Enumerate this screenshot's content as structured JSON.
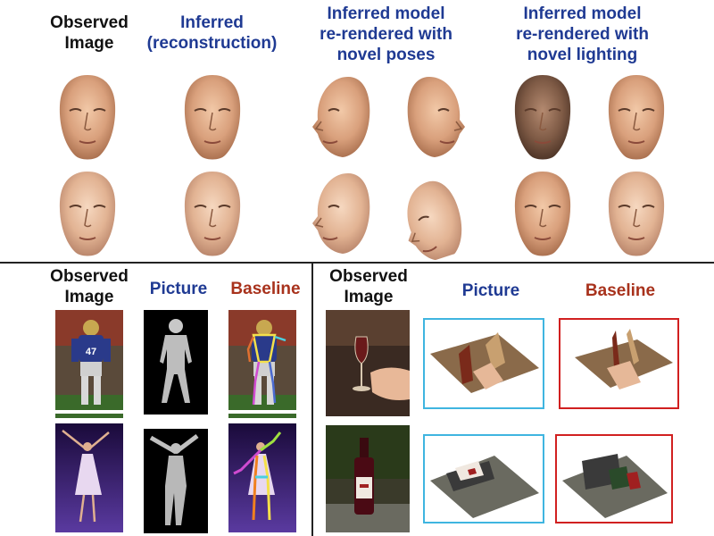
{
  "top": {
    "headers": {
      "observed": [
        "Observed",
        "Image"
      ],
      "inferred": [
        "Inferred",
        "(reconstruction)"
      ],
      "novel_poses": [
        "Inferred model",
        "re-rendered with",
        "novel poses"
      ],
      "novel_lighting": [
        "Inferred model",
        "re-rendered with",
        "novel lighting"
      ]
    }
  },
  "bottom_left": {
    "headers": {
      "observed": [
        "Observed",
        "Image"
      ],
      "picture": "Picture",
      "baseline": "Baseline"
    },
    "jersey_number": "47"
  },
  "bottom_right": {
    "headers": {
      "observed": [
        "Observed",
        "Image"
      ],
      "picture": "Picture",
      "baseline": "Baseline"
    }
  },
  "colors": {
    "header_blue": "#1f3a93",
    "header_red": "#a8321c",
    "picture_frame": "#3fb5e0",
    "baseline_frame": "#d12020"
  }
}
